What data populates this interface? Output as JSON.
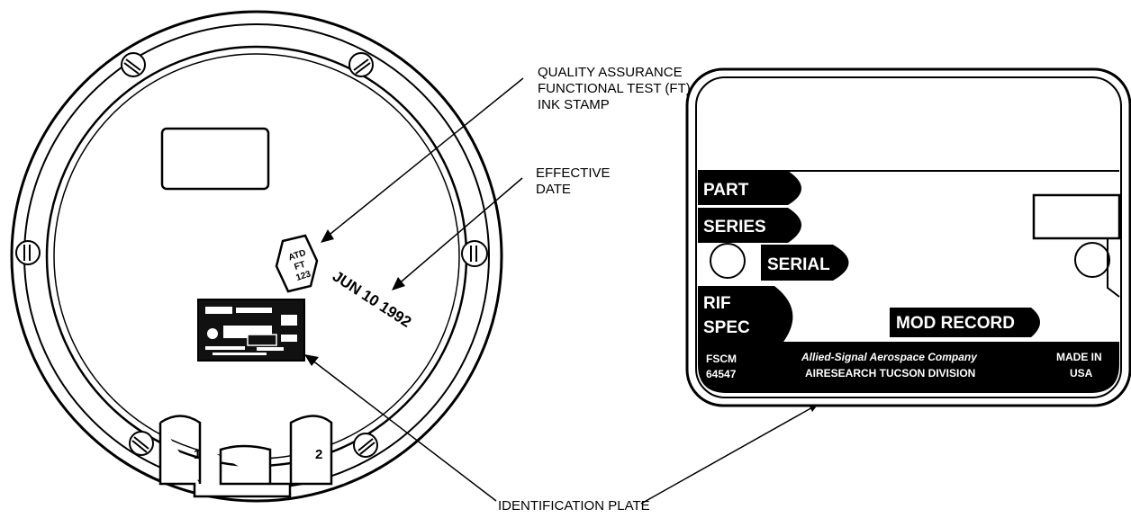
{
  "callouts": {
    "qa_line1": "QUALITY ASSURANCE",
    "qa_line2": "FUNCTIONAL TEST (FT)",
    "qa_line3": "INK STAMP",
    "effective_line1": "EFFECTIVE",
    "effective_line2": "DATE",
    "identification_plate": "IDENTIFICATION PLATE"
  },
  "stamp": {
    "line1": "ATD",
    "line2": "FT",
    "line3": "123"
  },
  "date": "JUN 10 1992",
  "connectors": {
    "left": "1",
    "right": "2"
  },
  "plate": {
    "part": "PART",
    "series": "SERIES",
    "serial": "SERIAL",
    "rif": "RIF",
    "spec": "SPEC",
    "mod_record": "MOD RECORD",
    "fscm": "FSCM",
    "fscm_code": "64547",
    "company": "Allied-Signal Aerospace Company",
    "division": "AIRESEARCH TUCSON DIVISION",
    "made_in": "MADE IN",
    "country": "USA"
  }
}
